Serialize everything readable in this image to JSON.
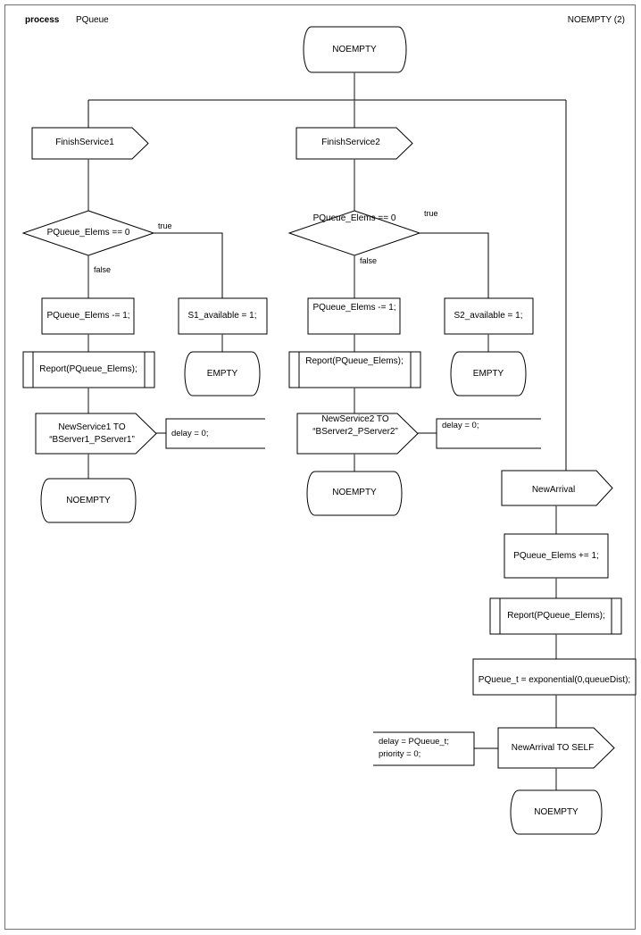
{
  "diagram": {
    "type": "SDL process flowchart",
    "header": {
      "keyword": "process",
      "process_name": "PQueue",
      "page_label": "NOEMPTY (2)"
    },
    "start_state": {
      "label": "NOEMPTY"
    },
    "branches": [
      {
        "id": "branch-finish-service-1",
        "input_signal": "FinishService1",
        "decision": "PQueue_Elems == 0",
        "decision_true_label": "true",
        "decision_false_label": "false",
        "false_path": {
          "task": "PQueue_Elems -= 1;",
          "procedure_call": "Report(PQueue_Elems);",
          "output": "NewService1 TO\n“BServer1_PServer1”",
          "output_line1": "NewService1 TO",
          "output_line2": "“BServer1_PServer1”",
          "output_comment": "delay = 0;",
          "next_state": "NOEMPTY"
        },
        "true_path": {
          "task": "S1_available = 1;",
          "next_state": "EMPTY"
        }
      },
      {
        "id": "branch-finish-service-2",
        "input_signal": "FinishService2",
        "decision": "PQueue_Elems == 0",
        "decision_true_label": "true",
        "decision_false_label": "false",
        "false_path": {
          "task": "PQueue_Elems -= 1;",
          "procedure_call": "Report(PQueue_Elems);",
          "output_line1": "NewService2 TO",
          "output_line2": "“BServer2_PServer2”",
          "output_comment": "delay = 0;",
          "next_state": "NOEMPTY"
        },
        "true_path": {
          "task": "S2_available = 1;",
          "next_state": "EMPTY"
        }
      },
      {
        "id": "branch-new-arrival",
        "input_signal": "NewArrival",
        "task_increment": "PQueue_Elems += 1;",
        "procedure_call": "Report(PQueue_Elems);",
        "task_exponential": "PQueue_t = exponential(0,queueDist);",
        "output": "NewArrival TO SELF",
        "output_comment_line1": "delay = PQueue_t;",
        "output_comment_line2": "priority = 0;",
        "next_state": "NOEMPTY"
      }
    ],
    "colors": {
      "stroke": "#000000",
      "frame": "#6f6f6f",
      "connector": "#555555",
      "background": "#ffffff"
    }
  }
}
